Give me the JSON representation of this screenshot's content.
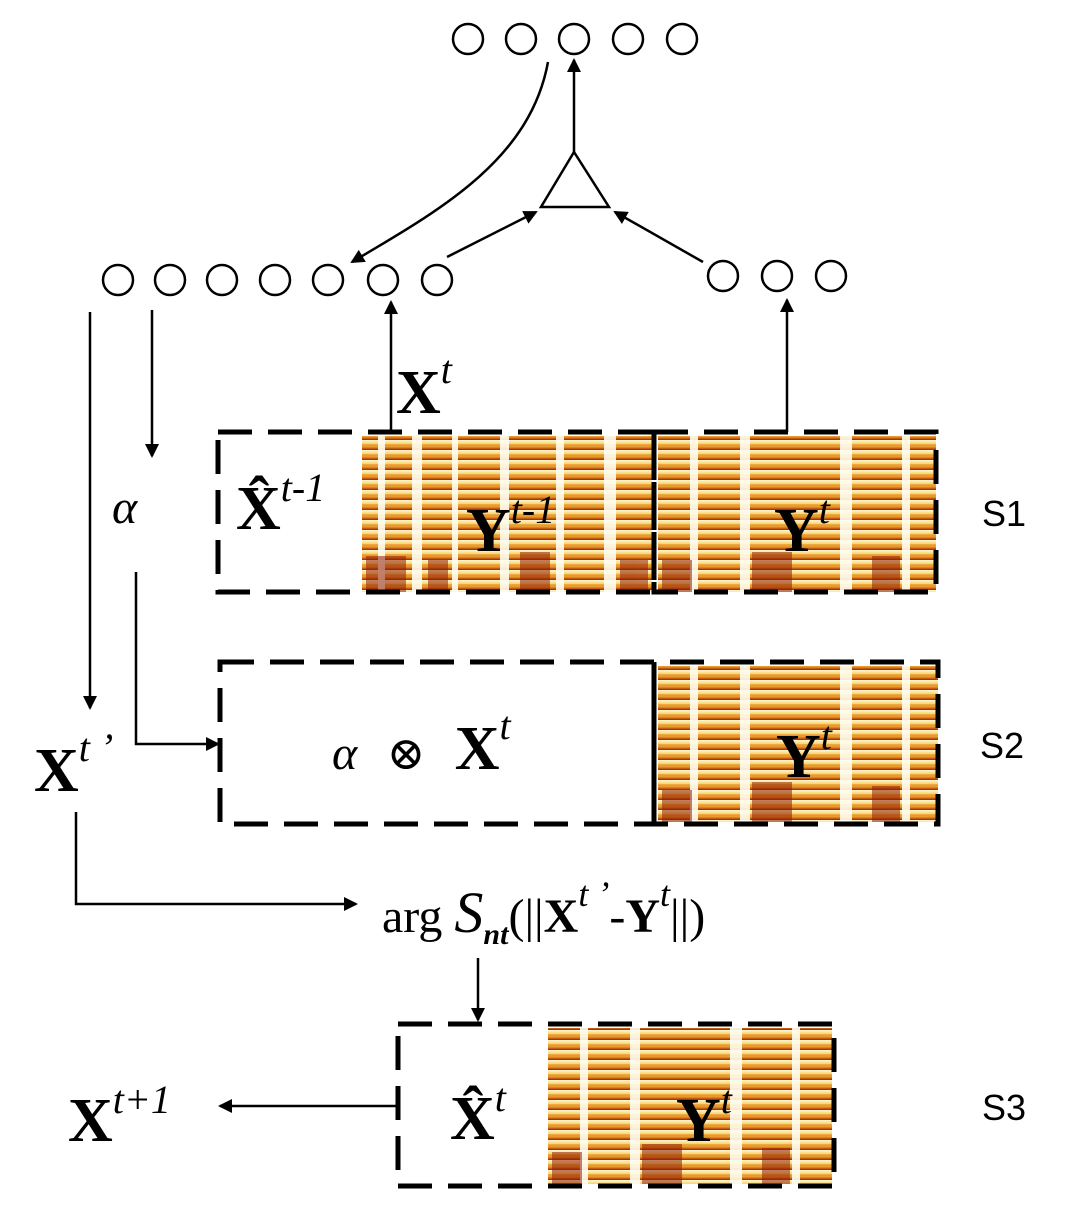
{
  "colors": {
    "line": "#000000",
    "spectrogram_light": "#fff6c8",
    "spectrogram_mid": "#f4b52a",
    "spectrogram_dark": "#a32408"
  },
  "labels": {
    "x_t_input": {
      "base": "X",
      "sup": "t"
    },
    "xhat_prev": {
      "base": "X̂",
      "sup": "t-1"
    },
    "y_prev": {
      "base": "Y",
      "sup": "t-1"
    },
    "y_t_s1": {
      "base": "Y",
      "sup": "t"
    },
    "alpha": "α",
    "alpha_otimes": "α",
    "otimes": "⊗",
    "x_t_s2": {
      "base": "X",
      "sup": "t"
    },
    "y_t_s2": {
      "base": "Y",
      "sup": "t"
    },
    "x_t_prime": {
      "base": "X",
      "sup": "t ’"
    },
    "argmin": {
      "prefix": "arg",
      "func": "S",
      "sub": "nt",
      "open": "(||",
      "x": "X",
      "x_sup": "t ’",
      "minus": "-",
      "y": "Y",
      "y_sup": "t",
      "close": "||)"
    },
    "xhat_t": {
      "base": "X̂",
      "sup": "t"
    },
    "y_t_s3": {
      "base": "Y",
      "sup": "t"
    },
    "x_next": {
      "base": "X",
      "sup": "t+1"
    }
  },
  "stages": {
    "s1": "S1",
    "s2": "S2",
    "s3": "S3"
  }
}
